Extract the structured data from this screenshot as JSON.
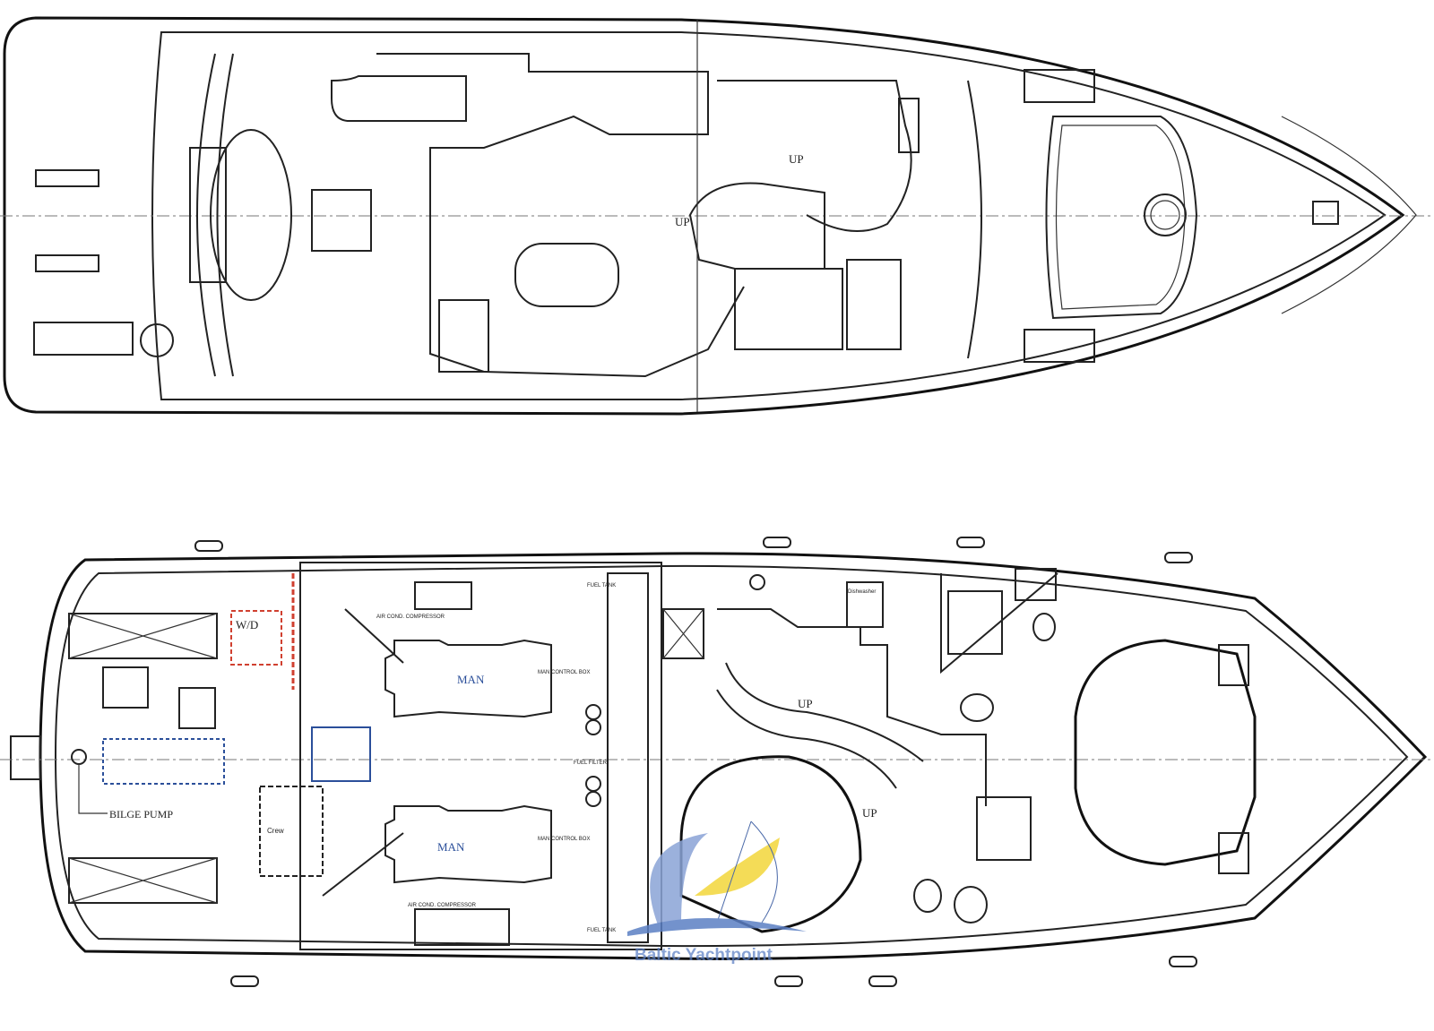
{
  "deck_plan": {
    "labels": {
      "up_1": "UP",
      "up_2": "UP"
    }
  },
  "lower_plan": {
    "labels": {
      "wd": "W/D",
      "bilge_pump": "BILGE PUMP",
      "engine_port": "MAN",
      "engine_stbd": "MAN",
      "air_cond_top": "AIR COND. COMPRESSOR",
      "air_cond_bottom": "AIR COND. COMPRESSOR",
      "fuel_tank_top": "FUEL TANK",
      "fuel_tank_bottom": "FUEL TANK",
      "control_box_top": "MAN CONTROL BOX",
      "control_box_bottom": "MAN CONTROL BOX",
      "fuel_filter": "FUEL FILTER",
      "crew": "Crew",
      "dishwasher": "Dishwasher",
      "up_1": "UP",
      "up_2": "UP"
    }
  },
  "watermark": {
    "text": "Baltic Yachtpoint",
    "colors": {
      "blue": "#5b7fc4",
      "yellow": "#f3d63a"
    }
  }
}
